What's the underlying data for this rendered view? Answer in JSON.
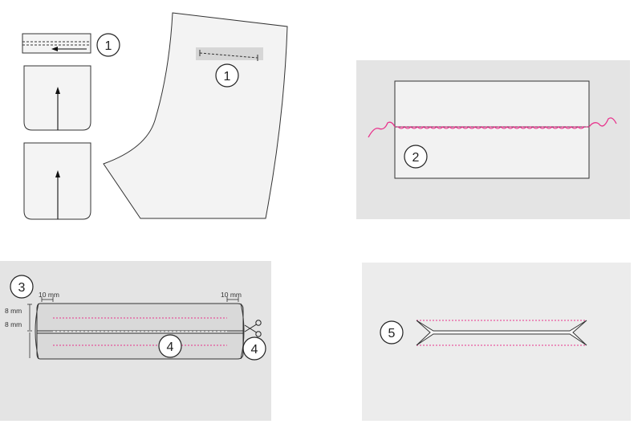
{
  "steps": {
    "step1_pieces_label": "1",
    "step1_trouser_label": "1",
    "step2_label": "2",
    "step3_label": "3",
    "step4_stitch_label": "4",
    "step4_cut_label": "4",
    "step5_label": "5"
  },
  "measurements": {
    "left_seam_allowance": "10 mm",
    "right_seam_allowance": "10 mm",
    "top_width": "8 mm",
    "bottom_width": "8 mm"
  },
  "icons": {
    "cut": "scissors-icon"
  },
  "colors": {
    "panel": "#e4e4e4",
    "panel_light": "#ececec",
    "fabric": "#f2f2f2",
    "fabric_dark": "#d9d9d9",
    "outline": "#333333",
    "stitch_pink": "#e8338c"
  }
}
